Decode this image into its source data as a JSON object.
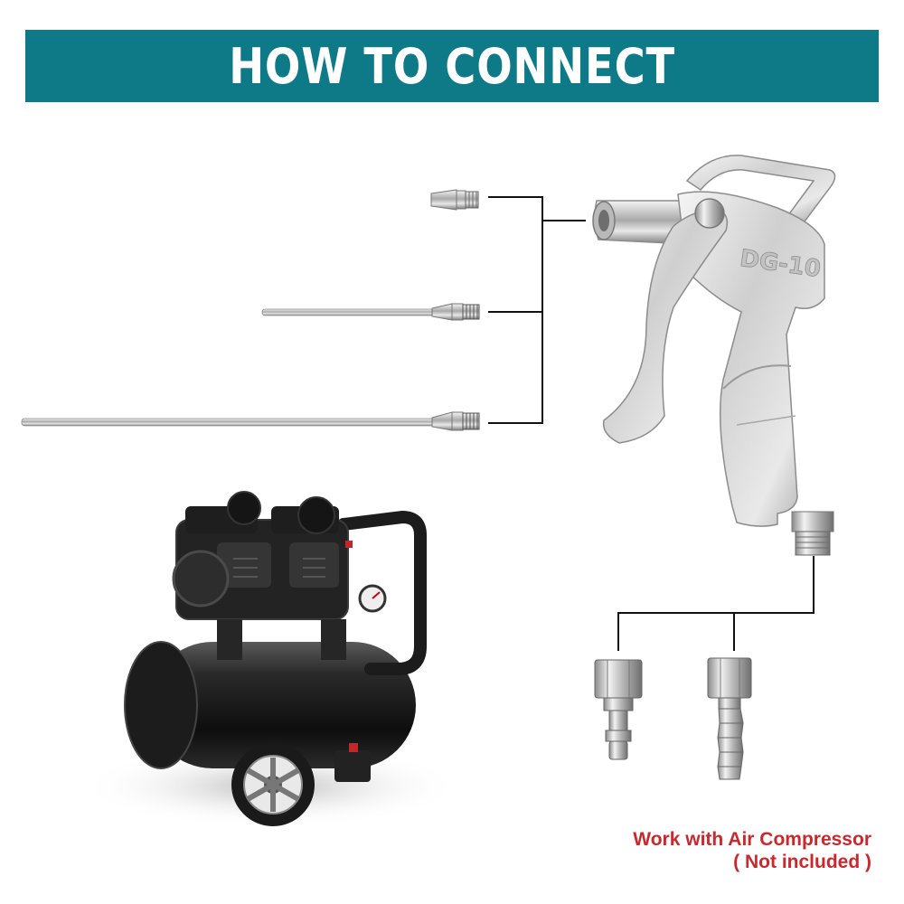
{
  "banner": {
    "title": "HOW TO CONNECT"
  },
  "note": {
    "line1": "Work with Air Compressor",
    "line2": "( Not included )"
  },
  "gun": {
    "marking": "DG-10"
  },
  "colors": {
    "banner": "#0f7a87",
    "note": "#c8282e",
    "connector_line": "#111111"
  },
  "icons": {
    "gun": "air-blow-gun-icon",
    "nozzle_short": "short-nozzle-icon",
    "nozzle_medium": "medium-extension-nozzle-icon",
    "nozzle_long": "long-extension-nozzle-icon",
    "compressor": "air-compressor-icon",
    "coupler": "quick-coupler-plug-icon",
    "barb": "hose-barb-fitting-icon"
  }
}
